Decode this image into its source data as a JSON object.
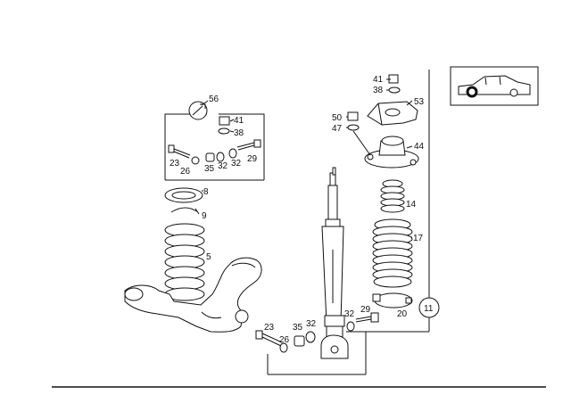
{
  "diagram": {
    "callouts": {
      "p56": "56",
      "p41a": "41",
      "p38a": "38",
      "p23a": "23",
      "p26a": "26",
      "p35a": "35",
      "p32a": "32",
      "p32b": "32",
      "p29a": "29",
      "p8": "8",
      "p9": "9",
      "p5": "5",
      "p41b": "41",
      "p38b": "38",
      "p53": "53",
      "p50": "50",
      "p47": "47",
      "p44": "44",
      "p14": "14",
      "p17": "17",
      "p20": "20",
      "p11": "11",
      "p23b": "23",
      "p26b": "26",
      "p35b": "35",
      "p32c": "32",
      "p32d": "32",
      "p29b": "29"
    },
    "icons": {
      "tool": "wrench-icon",
      "vehicle": "car-side-icon"
    }
  }
}
